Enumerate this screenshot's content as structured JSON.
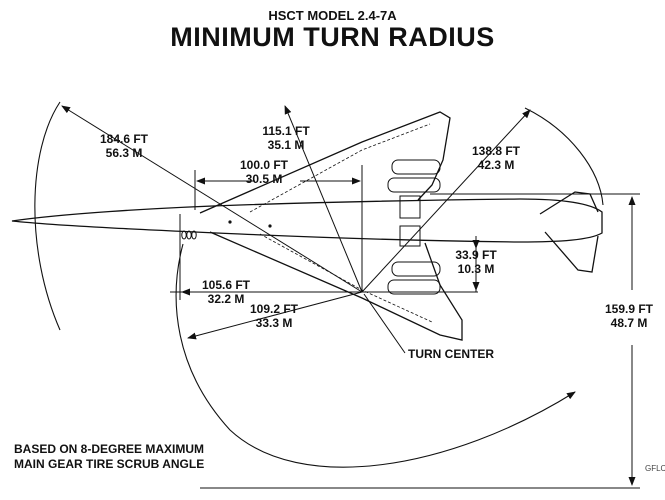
{
  "title": {
    "model": "HSCT MODEL 2.4-7A",
    "main": "MINIMUM TURN RADIUS"
  },
  "dimensions": [
    {
      "id": "nose-radius",
      "ft": "184.6 FT",
      "m": "56.3 M"
    },
    {
      "id": "wingtip-radius",
      "ft": "115.1 FT",
      "m": "35.1 M"
    },
    {
      "id": "nose-to-center",
      "ft": "100.0 FT",
      "m": "30.5 M"
    },
    {
      "id": "tail-radius",
      "ft": "138.8 FT",
      "m": "42.3 M"
    },
    {
      "id": "gear-offset",
      "ft": "33.9 FT",
      "m": "10.3 M"
    },
    {
      "id": "nose-gear-to-center",
      "ft": "105.6 FT",
      "m": "32.2 M"
    },
    {
      "id": "nose-gear-radius",
      "ft": "109.2 FT",
      "m": "33.3 M"
    },
    {
      "id": "overall-width",
      "ft": "159.9 FT",
      "m": "48.7 M"
    }
  ],
  "turn_center_label": "TURN CENTER",
  "note": {
    "line1": "BASED ON 8-DEGREE MAXIMUM",
    "line2": "MAIN GEAR TIRE SCRUB ANGLE"
  },
  "figure_code": "GFLC"
}
